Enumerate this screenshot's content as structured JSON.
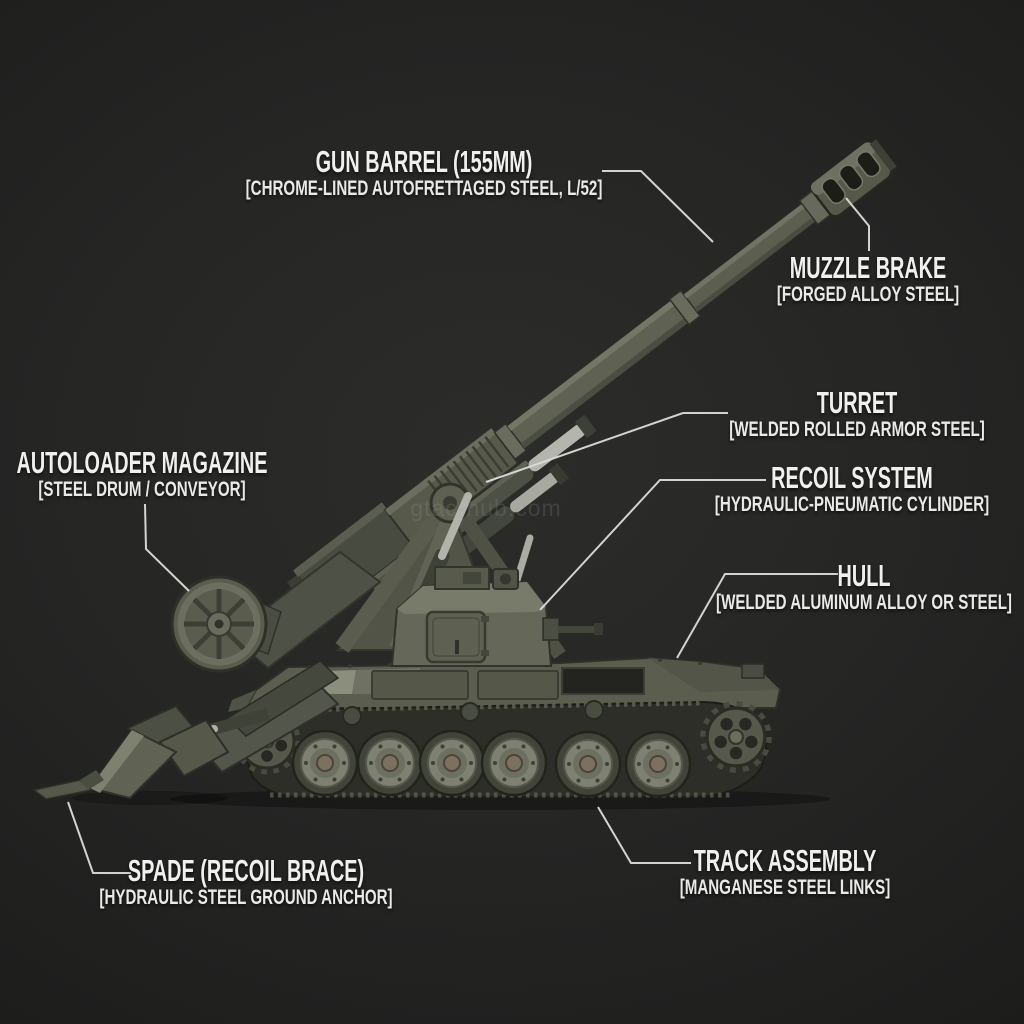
{
  "watermark": "gtac-hub.com",
  "colors": {
    "background": "#242423",
    "label_text": "#f0f0ef",
    "leader_line": "#dcdcdb",
    "vehicle_olive": "#5b5e4f",
    "vehicle_dark": "#2d2e28",
    "metal_silver": "#b1b2aa"
  },
  "labels": {
    "gun_barrel": {
      "title": "GUN BARREL (155MM)",
      "subtitle": "[CHROME-LINED AUTOFRETTAGED STEEL, L/52]"
    },
    "muzzle_brake": {
      "title": "MUZZLE BRAKE",
      "subtitle": "[FORGED ALLOY STEEL]"
    },
    "turret": {
      "title": "TURRET",
      "subtitle": "[WELDED ROLLED ARMOR STEEL]"
    },
    "recoil_system": {
      "title": "RECOIL SYSTEM",
      "subtitle": "[HYDRAULIC-PNEUMATIC CYLINDER]"
    },
    "autoloader_magazine": {
      "title": "AUTOLOADER MAGAZINE",
      "subtitle": "[STEEL DRUM / CONVEYOR]"
    },
    "hull": {
      "title": "HULL",
      "subtitle": "[WELDED ALUMINUM ALLOY OR STEEL]"
    },
    "spade": {
      "title": "SPADE (RECOIL BRACE)",
      "subtitle": "[HYDRAULIC STEEL GROUND ANCHOR]"
    },
    "track_assembly": {
      "title": "TRACK ASSEMBLY",
      "subtitle": "[MANGANESE STEEL LINKS]"
    }
  }
}
